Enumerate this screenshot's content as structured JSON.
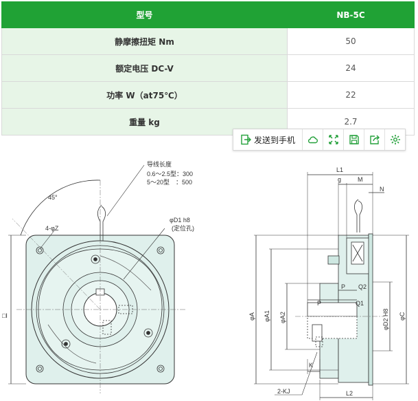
{
  "table": {
    "header": {
      "label": "型号",
      "value": "NB-5C"
    },
    "rows": [
      {
        "label": "静摩擦扭矩 Nm",
        "value": "50"
      },
      {
        "label": "额定电压 DC-V",
        "value": "24"
      },
      {
        "label": "功率 W（at75℃）",
        "value": "22"
      },
      {
        "label": "重量 kg",
        "value": "2.7"
      }
    ]
  },
  "toolbar": {
    "send_label": "发送到手机",
    "icons": [
      "send-to-phone-icon",
      "cloud-icon",
      "fullscreen-icon",
      "save-icon",
      "share-icon",
      "settings-icon"
    ],
    "accent": "#23a03a"
  },
  "drawing": {
    "wire_note_title": "导线长度",
    "wire_note_line1": "0.6～2.5型：300",
    "wire_note_line2": "5～20型　：500",
    "angle": "45°",
    "hole_label": "4-φZ",
    "d1_label": "φD1 h8",
    "d1_note": "(定位孔)",
    "dim_i": "□I",
    "dim_l1": "L1",
    "dim_g": "g",
    "dim_m": "M",
    "dim_n": "N",
    "dim_p": "P",
    "dim_q2": "Q2",
    "dim_q1": "Q1",
    "dim_phi_a": "φA",
    "dim_phi_a1": "φA1",
    "dim_phi_a2": "φA2",
    "dim_phi_d2": "φD2 H8",
    "dim_phi_c": "φC",
    "dim_k": "K",
    "dim_kj": "2-KJ",
    "dim_l2": "L2"
  },
  "colors": {
    "header_green": "#20a235",
    "label_bg": "#e7f5e7",
    "part_fill": "#dff0ec",
    "stroke": "#333333"
  }
}
